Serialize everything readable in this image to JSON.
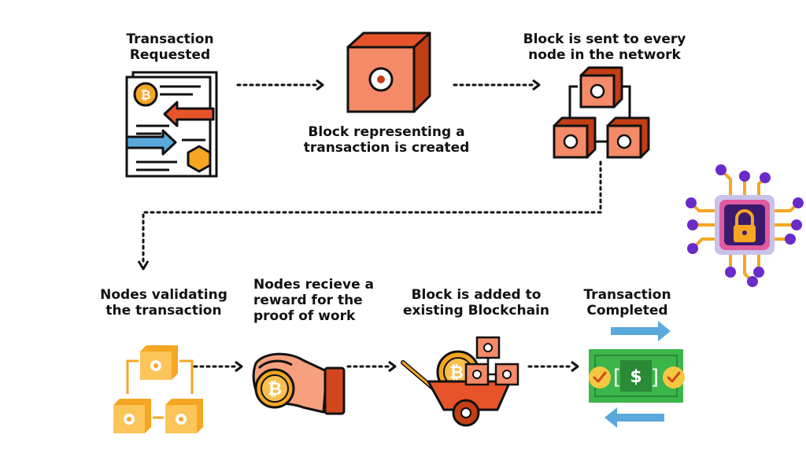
{
  "steps": [
    {
      "label": "Transaction\nRequested",
      "icon": "document-exchange-icon"
    },
    {
      "label": "Block representing a\ntransaction is created",
      "icon": "block-cube-icon"
    },
    {
      "label": "Block is sent to every\nnode in the network",
      "icon": "network-cubes-icon"
    },
    {
      "label": "Nodes validating\nthe transaction",
      "icon": "validating-cubes-icon"
    },
    {
      "label": "Nodes recieve a\nreward for the\nproof of work",
      "icon": "hand-coin-icon"
    },
    {
      "label": "Block is added to\nexisting Blockchain",
      "icon": "wheelbarrow-blocks-icon"
    },
    {
      "label": "Transaction\nCompleted",
      "icon": "money-exchange-icon"
    }
  ],
  "decoration": {
    "icon": "security-chip-lock-icon"
  },
  "colors": {
    "accent": "#e8542a",
    "accent_light": "#f48a68",
    "orange": "#f5a623",
    "green": "#3cb54a",
    "blue": "#5aa9dd",
    "purple": "#6a2bc9"
  }
}
